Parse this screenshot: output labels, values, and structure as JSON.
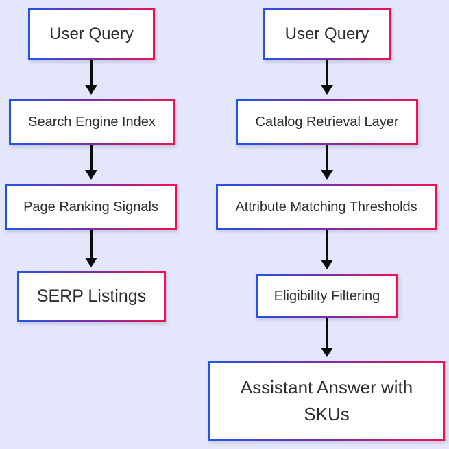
{
  "diagram": {
    "type": "flowchart",
    "columns": [
      {
        "id": "search-engine-flow",
        "nodes": [
          {
            "label": "User Query"
          },
          {
            "label": "Search Engine Index"
          },
          {
            "label": "Page Ranking Signals"
          },
          {
            "label": "SERP Listings"
          }
        ]
      },
      {
        "id": "assistant-catalog-flow",
        "nodes": [
          {
            "label": "User Query"
          },
          {
            "label": "Catalog Retrieval Layer"
          },
          {
            "label": "Attribute Matching Thresholds"
          },
          {
            "label": "Eligibility Filtering"
          },
          {
            "label": "Assistant Answer with SKUs"
          }
        ]
      }
    ],
    "colors": {
      "background": "#e4e7fc",
      "node_fill": "#ffffff",
      "node_text": "#2d2d2d",
      "border_gradient_start": "#2453e6",
      "border_gradient_mid": "#7b2fa6",
      "border_gradient_end": "#ee1150",
      "arrow": "#0b0b0b"
    }
  }
}
